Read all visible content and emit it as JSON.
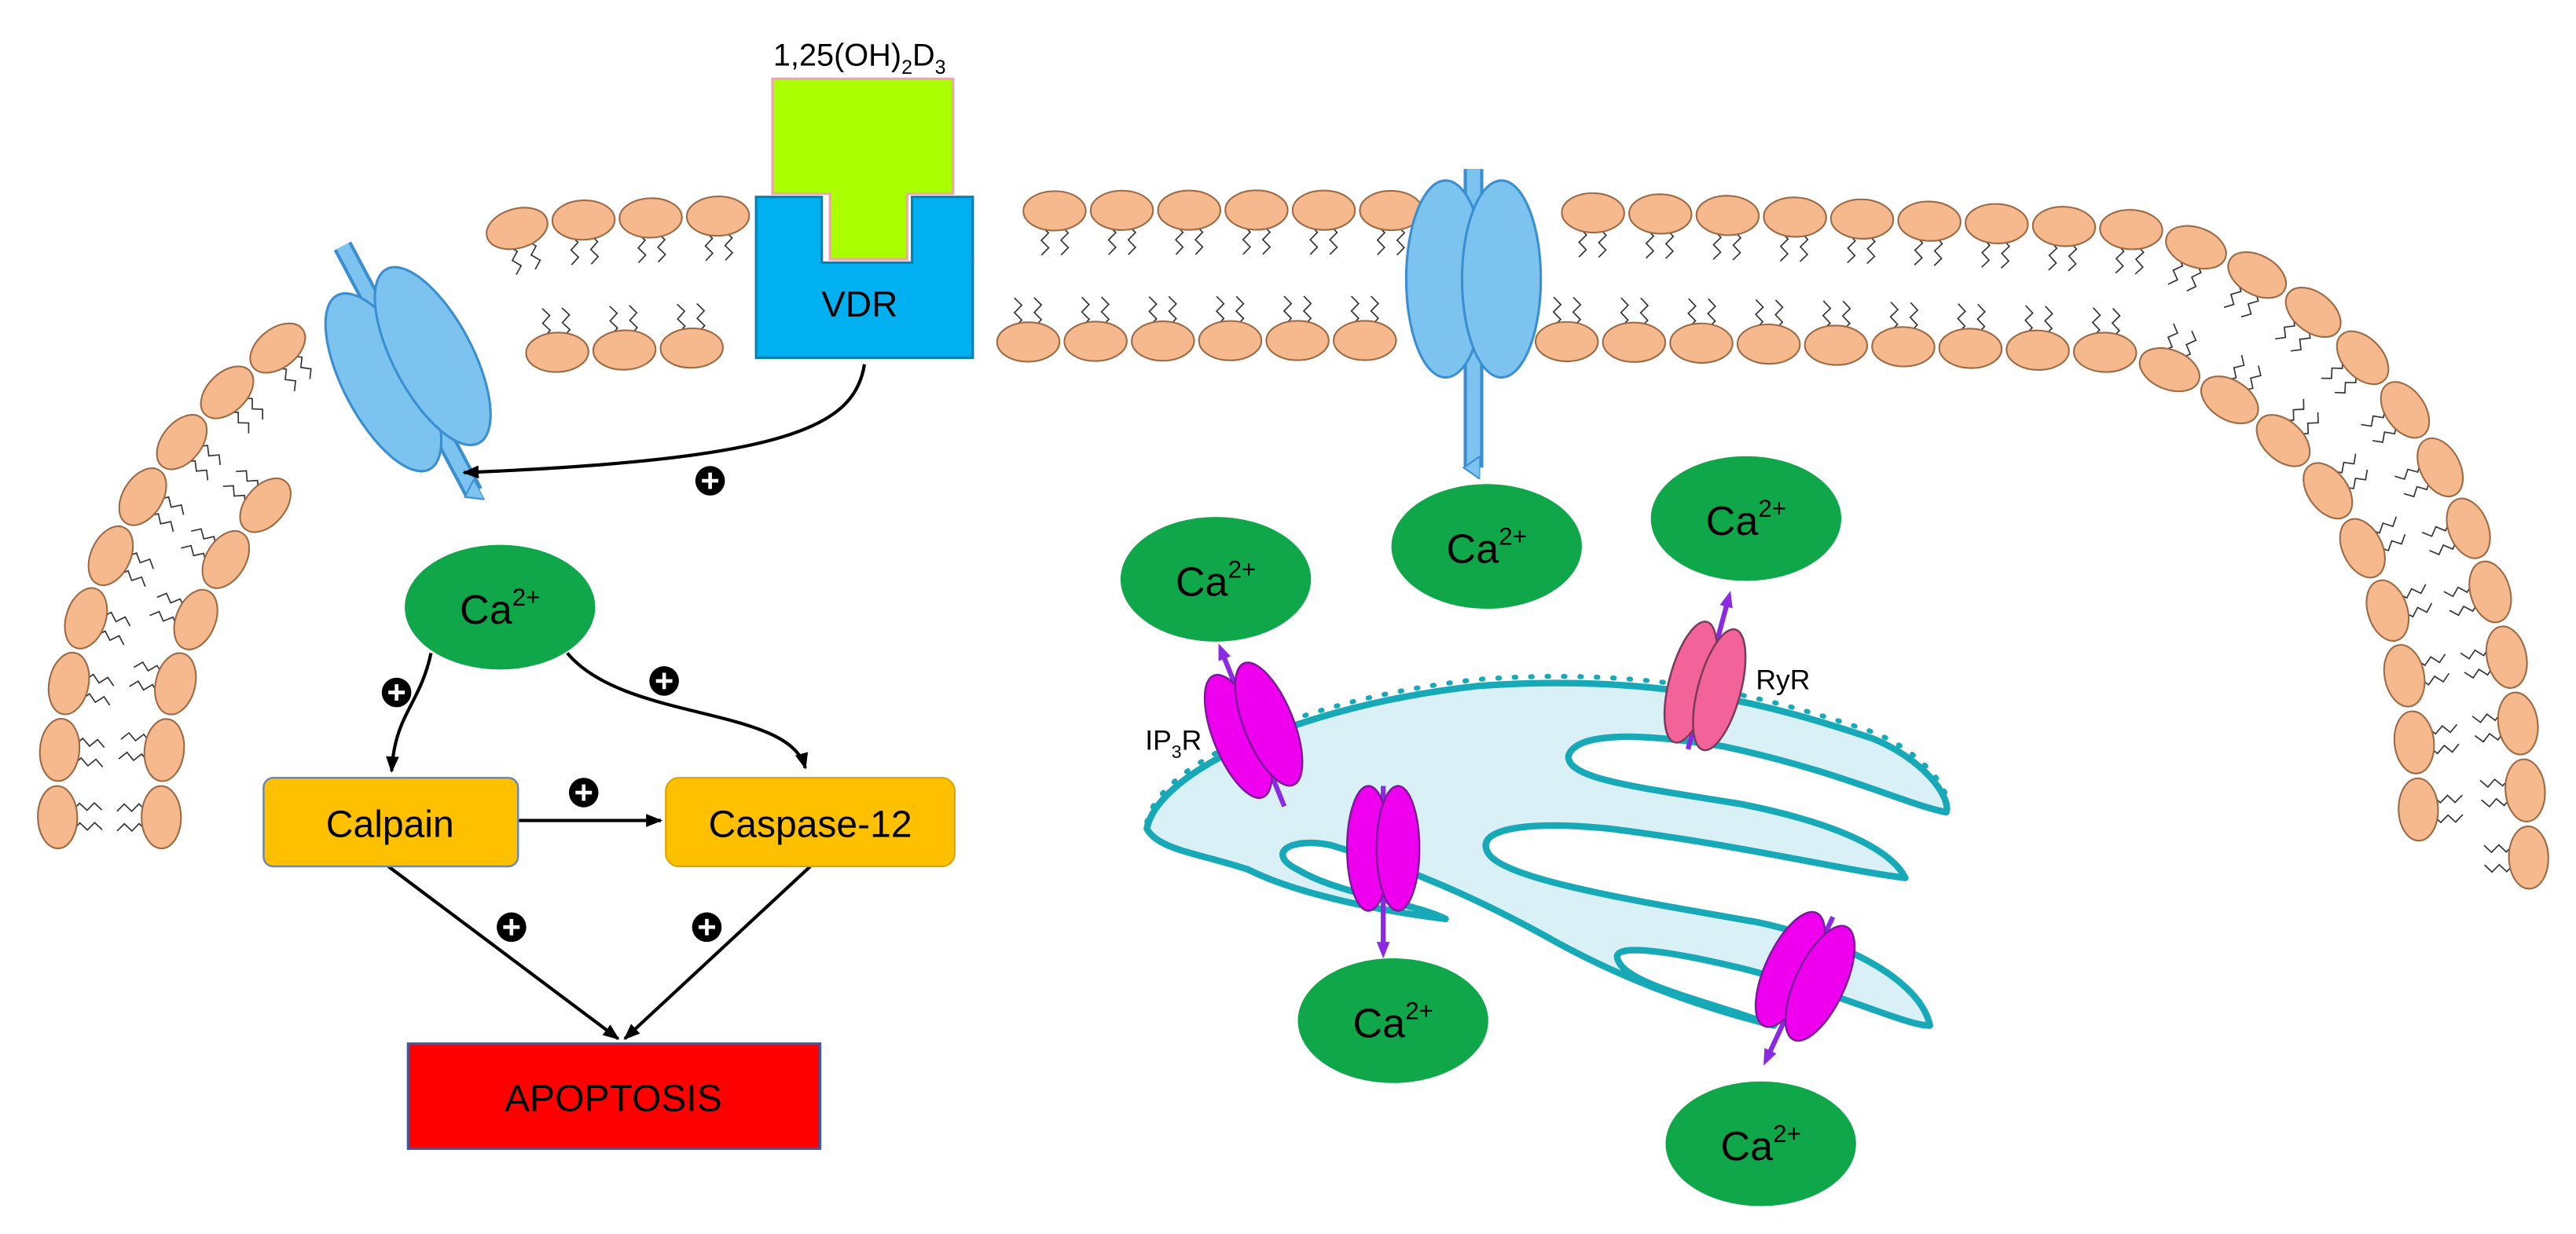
{
  "ligand": {
    "main": "1,25(OH)",
    "sub1": "2",
    "mid": "D",
    "sub2": "3"
  },
  "receptor": {
    "label": "VDR"
  },
  "ion": {
    "base": "Ca",
    "charge": "2+"
  },
  "nodes": {
    "calpain": "Calpain",
    "caspase": "Caspase-12",
    "apoptosis": "APOPTOSIS"
  },
  "er_channels": {
    "ip3r": {
      "main": "IP",
      "sub": "3",
      "tail": "R"
    },
    "ryr": "RyR"
  },
  "colors": {
    "membrane_head": "#f6b98e",
    "membrane_head_stroke": "#9c6a45",
    "channel": "#7cc3f0",
    "receptor": "#00b0f0",
    "ligand": "#aaff00",
    "calcium": "#10a64a",
    "enzyme": "#ffc000",
    "apoptosis": "#ff0000",
    "er_fill": "#d9f1f6",
    "er_stroke": "#17a9b8",
    "ip3r": "#ee00ee",
    "ryr": "#f2639a"
  }
}
